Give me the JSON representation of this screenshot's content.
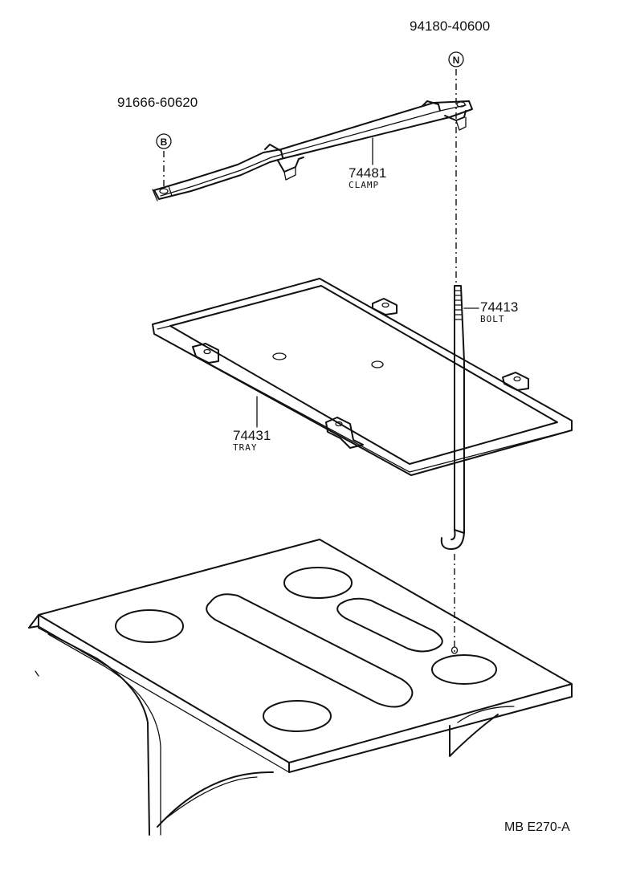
{
  "parts": {
    "nut_code": "94180-40600",
    "bolt_washer_code": "91666-60620",
    "clamp_number": "74481",
    "clamp_name": "CLAMP",
    "bolt_number": "74413",
    "bolt_name": "BOLT",
    "tray_number": "74431",
    "tray_name": "TRAY"
  },
  "badges": {
    "nut": "N",
    "bolt": "B"
  },
  "diagram_code": "MB E270-A"
}
